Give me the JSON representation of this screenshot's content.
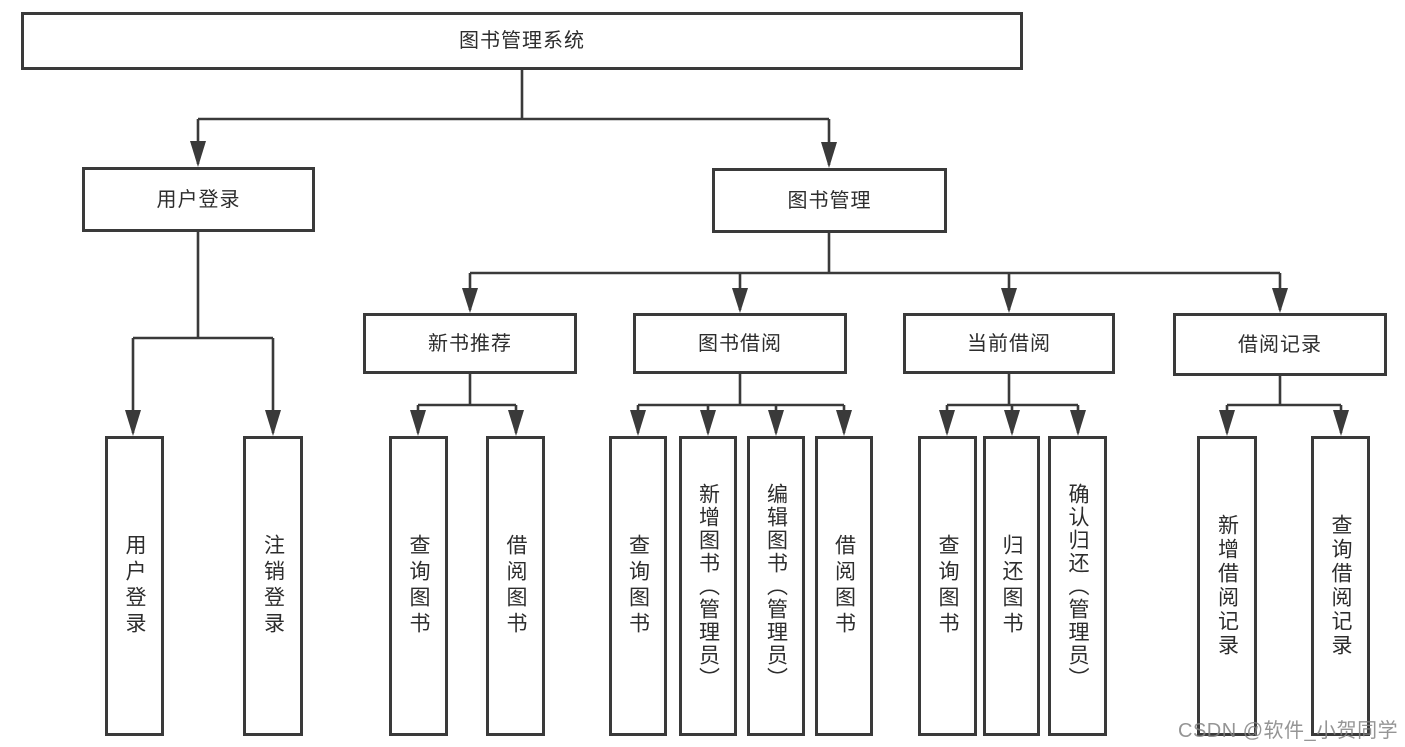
{
  "diagram": {
    "root": {
      "label": "图书管理系统"
    },
    "user_login": {
      "label": "用户登录",
      "children": [
        {
          "label": "用户登录"
        },
        {
          "label": "注销登录"
        }
      ]
    },
    "book_management": {
      "label": "图书管理",
      "children": [
        {
          "label": "新书推荐",
          "children": [
            {
              "label": "查询图书"
            },
            {
              "label": "借阅图书"
            }
          ]
        },
        {
          "label": "图书借阅",
          "children": [
            {
              "label": "查询图书"
            },
            {
              "label": "新增图书（管理员）"
            },
            {
              "label": "编辑图书（管理员）"
            },
            {
              "label": "借阅图书"
            }
          ]
        },
        {
          "label": "当前借阅",
          "children": [
            {
              "label": "查询图书"
            },
            {
              "label": "归还图书"
            },
            {
              "label": "确认归还（管理员）"
            }
          ]
        },
        {
          "label": "借阅记录",
          "children": [
            {
              "label": "新增借阅记录"
            },
            {
              "label": "查询借阅记录"
            }
          ]
        }
      ]
    },
    "watermark": "CSDN @软件_小贺同学",
    "colors": {
      "line": "#3a3a3a",
      "border": "#3a3a3a",
      "text": "#2d2d2d",
      "background": "#ffffff",
      "watermark": "#828282"
    }
  }
}
